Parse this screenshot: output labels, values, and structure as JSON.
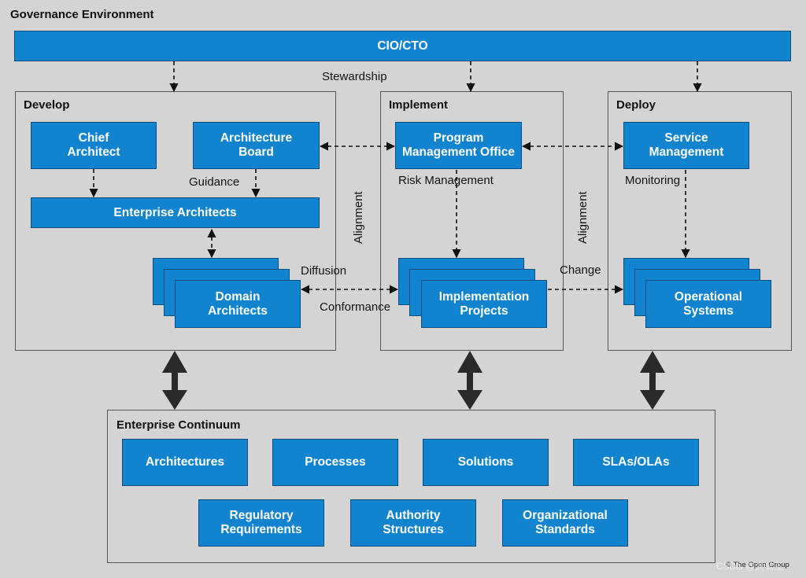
{
  "governance": {
    "title": "Governance Environment",
    "cio": "CIO/CTO"
  },
  "develop": {
    "title": "Develop",
    "chief_architect": "Chief\nArchitect",
    "architecture_board": "Architecture\nBoard",
    "enterprise_architects": "Enterprise Architects",
    "domain_architects": "Domain\nArchitects"
  },
  "implement": {
    "title": "Implement",
    "pmo": "Program\nManagement Office",
    "implementation_projects": "Implementation\nProjects"
  },
  "deploy": {
    "title": "Deploy",
    "service_management": "Service\nManagement",
    "operational_systems": "Operational\nSystems"
  },
  "labels": {
    "stewardship": "Stewardship",
    "guidance": "Guidance",
    "risk_management": "Risk Management",
    "monitoring": "Monitoring",
    "alignment_1": "Alignment",
    "alignment_2": "Alignment",
    "diffusion": "Diffusion",
    "conformance": "Conformance",
    "change": "Change"
  },
  "continuum": {
    "title": "Enterprise Continuum",
    "items": [
      "Architectures",
      "Processes",
      "Solutions",
      "SLAs/OLAs",
      "Regulatory\nRequirements",
      "Authority\nStructures",
      "Organizational\nStandards"
    ]
  },
  "copyright": "© The Open Group",
  "watermark": "CSDN @大公工",
  "colors": {
    "box_fill": "#1283cf",
    "background": "#d4d4d4",
    "border": "#555555"
  }
}
